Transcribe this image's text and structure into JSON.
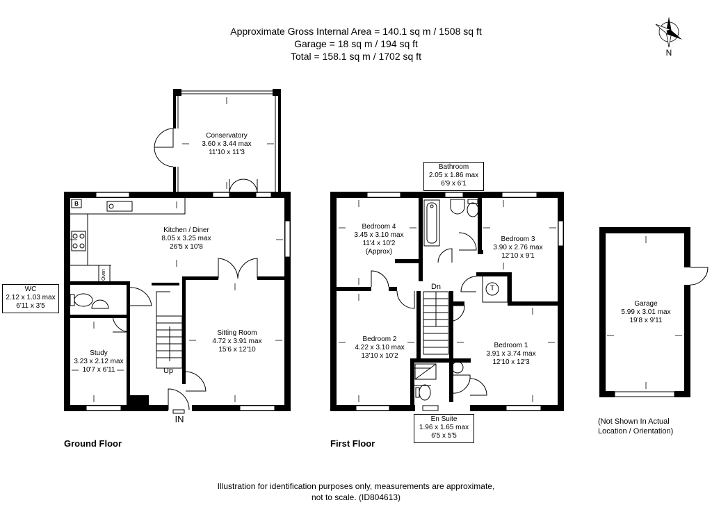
{
  "header": {
    "line1": "Approximate Gross Internal Area = 140.1 sq m / 1508 sq ft",
    "line2": "Garage = 18 sq m / 194 sq ft",
    "line3": "Total = 158.1 sq m / 1702 sq ft"
  },
  "compass": {
    "label": "N"
  },
  "rooms": {
    "conservatory": {
      "name": "Conservatory",
      "metric": "3.60 x 3.44 max",
      "imperial": "11'10 x 11'3"
    },
    "kitchen": {
      "name": "Kitchen / Diner",
      "metric": "8.05 x 3.25 max",
      "imperial": "26'5 x 10'8"
    },
    "sitting": {
      "name": "Sitting Room",
      "metric": "4.72 x 3.91 max",
      "imperial": "15'6 x 12'10"
    },
    "study": {
      "name": "Study",
      "metric": "3.23 x 2.12 max",
      "imperial": "10'7 x 6'11"
    },
    "wc": {
      "name": "WC",
      "metric": "2.12 x 1.03 max",
      "imperial": "6'11 x 3'5"
    },
    "bathroom": {
      "name": "Bathroom",
      "metric": "2.05 x 1.86 max",
      "imperial": "6'9 x 6'1"
    },
    "bedroom4": {
      "name": "Bedroom 4",
      "metric": "3.45 x 3.10 max",
      "imperial": "11'4 x 10'2",
      "note": "(Approx)"
    },
    "bedroom3": {
      "name": "Bedroom 3",
      "metric": "3.90 x 2.76 max",
      "imperial": "12'10 x 9'1"
    },
    "bedroom2": {
      "name": "Bedroom 2",
      "metric": "4.22 x 3.10 max",
      "imperial": "13'10 x 10'2"
    },
    "bedroom1": {
      "name": "Bedroom 1",
      "metric": "3.91 x 3.74  max",
      "imperial": "12'10 x 12'3"
    },
    "ensuite": {
      "name": "En Suite",
      "metric": "1.96 x 1.65 max",
      "imperial": "6'5 x 5'5"
    },
    "garage": {
      "name": "Garage",
      "metric": "5.99 x 3.01 max",
      "imperial": "19'8 x 9'11"
    }
  },
  "markers": {
    "boiler": "B",
    "oven": "Oven",
    "up": "Up",
    "down": "Dn",
    "entrance": "IN",
    "tank": "T"
  },
  "floors": {
    "ground": "Ground Floor",
    "first": "First Floor"
  },
  "garage_note": {
    "line1": "(Not Shown In Actual",
    "line2": "Location / Orientation)"
  },
  "footer": {
    "line1": "Illustration for identification purposes only, measurements are approximate,",
    "line2": "not to scale. (ID804613)"
  }
}
